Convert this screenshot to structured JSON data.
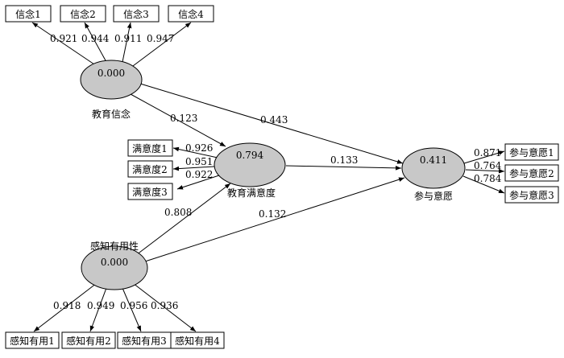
{
  "latents": {
    "belief": {
      "label": "教育信念",
      "r2": "0.000"
    },
    "satisfaction": {
      "label": "教育满意度",
      "r2": "0.794"
    },
    "usefulness": {
      "label": "感知有用性",
      "r2": "0.000"
    },
    "intention": {
      "label": "参与意愿",
      "r2": "0.411"
    }
  },
  "indicators": {
    "belief": [
      {
        "label": "信念1",
        "loading": "0.921"
      },
      {
        "label": "信念2",
        "loading": "0.944"
      },
      {
        "label": "信念3",
        "loading": "0.911"
      },
      {
        "label": "信念4",
        "loading": "0.947"
      }
    ],
    "satisfaction": [
      {
        "label": "满意度1",
        "loading": "0.926"
      },
      {
        "label": "满意度2",
        "loading": "0.951"
      },
      {
        "label": "满意度3",
        "loading": "0.922"
      }
    ],
    "intention": [
      {
        "label": "参与意愿1",
        "loading": "0.871"
      },
      {
        "label": "参与意愿2",
        "loading": "0.764"
      },
      {
        "label": "参与意愿3",
        "loading": "0.784"
      }
    ],
    "usefulness": [
      {
        "label": "感知有用1",
        "loading": "0.918"
      },
      {
        "label": "感知有用2",
        "loading": "0.949"
      },
      {
        "label": "感知有用3",
        "loading": "0.956"
      },
      {
        "label": "感知有用4",
        "loading": "0.936"
      }
    ]
  },
  "paths": {
    "belief_to_satisfaction": "0.123",
    "belief_to_intention": "0.443",
    "satisfaction_to_intention": "0.133",
    "usefulness_to_satisfaction": "0.808",
    "usefulness_to_intention": "0.132"
  }
}
